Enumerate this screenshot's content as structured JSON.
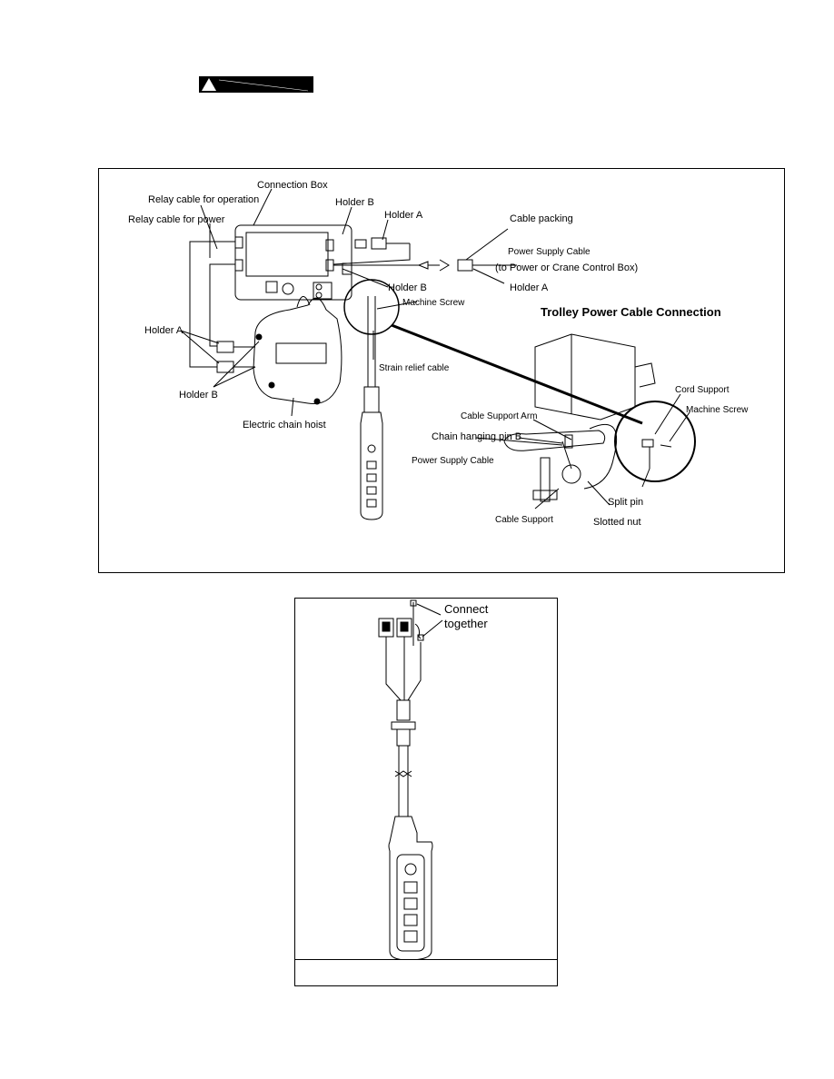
{
  "figure1": {
    "labels": {
      "connection_box": "Connection Box",
      "relay_operation": "Relay cable for operation",
      "relay_power": "Relay cable for power",
      "holder_b_top": "Holder B",
      "holder_a_top": "Holder A",
      "cable_packing": "Cable packing",
      "power_supply_cable": "Power Supply Cable",
      "to_power": "(to Power or Crane Control Box)",
      "holder_a_right": "Holder A",
      "holder_b_mid": "Holder B",
      "machine_screw_1": "Machine Screw",
      "trolley_title": "Trolley Power Cable Connection",
      "holder_a_left": "Holder A",
      "holder_b_left": "Holder B",
      "strain_relief": "Strain relief cable",
      "electric_chain_hoist": "Electric chain hoist",
      "cord_support": "Cord Support",
      "machine_screw_2": "Machine Screw",
      "cable_support_arm": "Cable Support Arm",
      "chain_hanging_pin": "Chain hanging pin B",
      "power_supply_cable_2": "Power Supply Cable",
      "split_pin": "Split pin",
      "cable_support": "Cable Support",
      "slotted_nut": "Slotted nut"
    }
  },
  "figure2": {
    "labels": {
      "connect": "Connect",
      "together": "together"
    }
  }
}
